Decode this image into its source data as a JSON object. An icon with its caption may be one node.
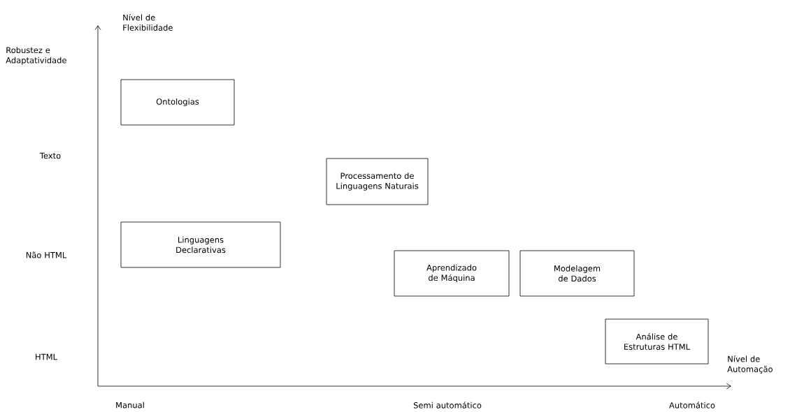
{
  "diagram": {
    "nodes": [
      {
        "text": [
          "Ontologias"
        ]
      },
      {
        "text": [
          "Processamento de Linguagens Naturais"
        ]
      },
      {
        "text": [
          "Linguagens Declarativas"
        ]
      },
      {
        "text": [
          "Aprendizado de Máquina"
        ]
      },
      {
        "text": [
          "Modelagem de Dados"
        ]
      },
      {
        "text": [
          "Análise de Estruturas HTML"
        ]
      }
    ],
    "labels": [
      "Nível de Flexibilidade",
      "Robustez e Adaptatividade",
      "Texto",
      "Não HTML",
      "HTML",
      "Nível de Automação",
      "Manual",
      "Semi automático",
      "Automático"
    ]
  }
}
